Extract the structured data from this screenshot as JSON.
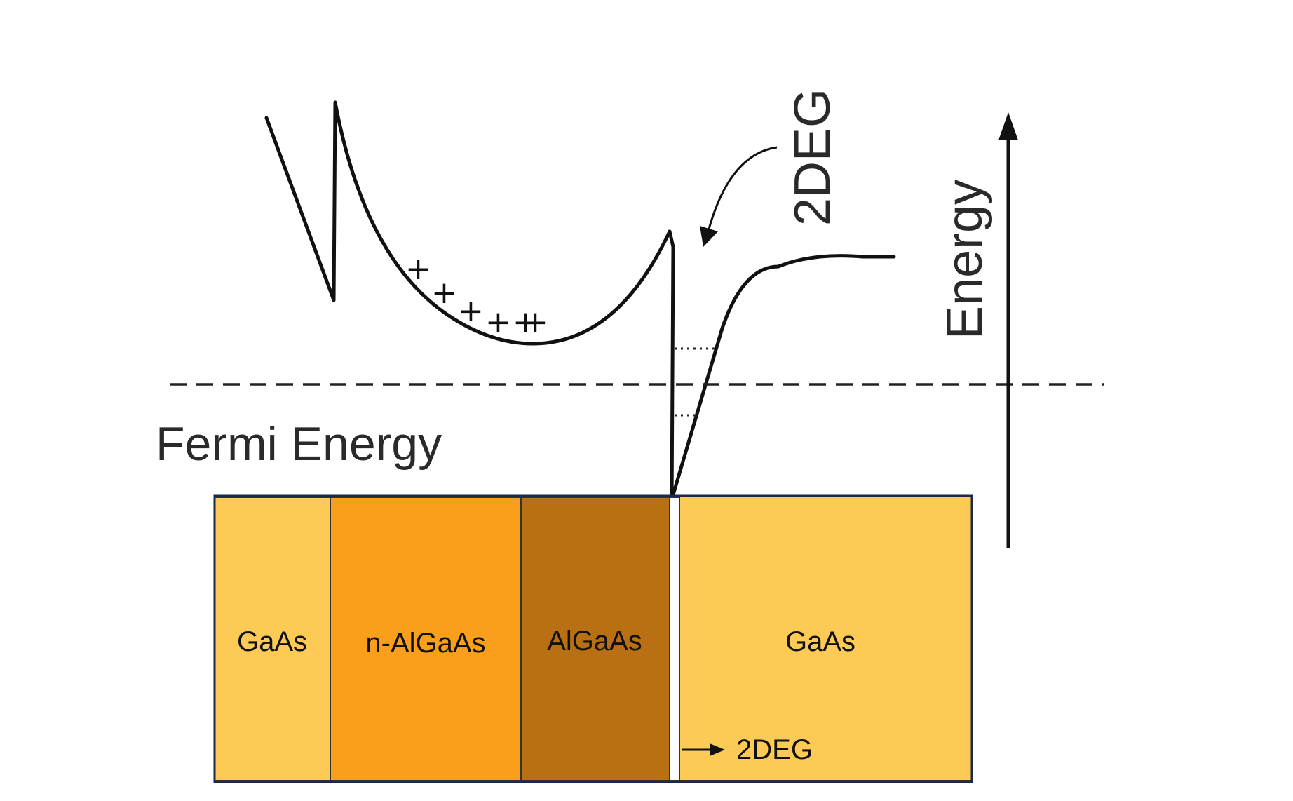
{
  "labels": {
    "twodeg_rotated": "2DEG",
    "energy_axis": "Energy",
    "fermi_energy": "Fermi Energy",
    "twodeg_marker": "2DEG",
    "plus_sign": "+"
  },
  "layers": [
    {
      "name": "GaAs",
      "color": "#fdcb55"
    },
    {
      "name": "n-AlGaAs",
      "color": "#f99f1c"
    },
    {
      "name": "AlGaAs",
      "color": "#b87013"
    },
    {
      "name": "GaAs",
      "color": "#fdcb55"
    }
  ],
  "colors": {
    "line": "#111111",
    "background": "#ffffff",
    "interface_strip": "#ffffff"
  }
}
